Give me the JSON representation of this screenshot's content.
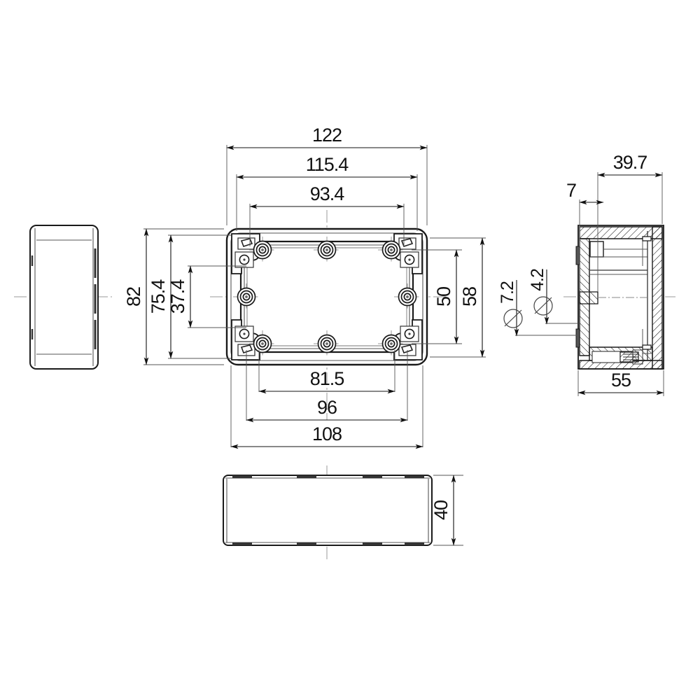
{
  "drawing": {
    "type": "engineering-dimensioned-drawing",
    "subject": "Rectangular sealed enclosure box",
    "units": "mm",
    "background_color": "#ffffff",
    "line_color": "#1a1a1a",
    "thin_line_color": "#555555",
    "center_line_color": "#888888"
  },
  "views": {
    "left_side": {
      "name": "left-side-elevation"
    },
    "top": {
      "name": "top-plan-view"
    },
    "section": {
      "name": "right-side-section-view"
    },
    "front": {
      "name": "front-elevation-view"
    }
  },
  "dimensions": {
    "top_view_horizontal": [
      {
        "id": "d122",
        "value": "122"
      },
      {
        "id": "d115_4",
        "value": "115.4"
      },
      {
        "id": "d93_4",
        "value": "93.4"
      }
    ],
    "top_view_vertical_left": [
      {
        "id": "d82",
        "value": "82"
      },
      {
        "id": "d75_4",
        "value": "75.4"
      },
      {
        "id": "d37_4",
        "value": "37.4"
      }
    ],
    "top_view_vertical_right": [
      {
        "id": "d50",
        "value": "50"
      },
      {
        "id": "d58",
        "value": "58"
      }
    ],
    "top_view_horizontal_bottom": [
      {
        "id": "d81_5",
        "value": "81.5"
      },
      {
        "id": "d96",
        "value": "96"
      },
      {
        "id": "d108",
        "value": "108"
      }
    ],
    "section_view": [
      {
        "id": "d39_7",
        "value": "39.7"
      },
      {
        "id": "d7",
        "value": "7"
      },
      {
        "id": "d55",
        "value": "55"
      }
    ],
    "section_diameters": [
      {
        "id": "dia7_2",
        "value": "7.2",
        "symbol": "⌀"
      },
      {
        "id": "dia4_2",
        "value": "4.2",
        "symbol": "⌀"
      }
    ],
    "front_view": [
      {
        "id": "d40",
        "value": "40"
      }
    ]
  }
}
